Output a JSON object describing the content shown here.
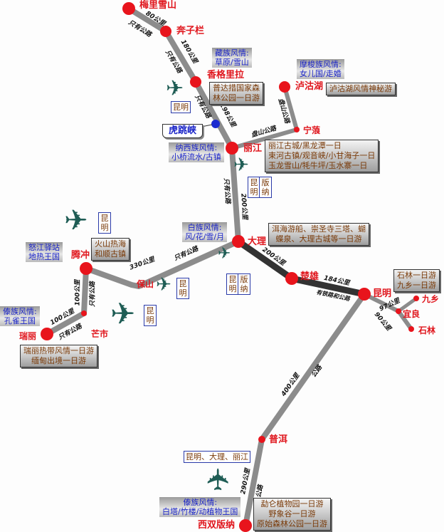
{
  "colors": {
    "city": "#e0161d",
    "road": "#8c8c8c",
    "rail_road": "#333333",
    "ethnic_text": "#1b25c8",
    "tour_text": "#7a3a08",
    "plane": "#1f5d55"
  },
  "cities": {
    "meili": "梅里雪山",
    "benzilan": "奔子栏",
    "shangrila": "香格里拉",
    "hutiaoxia": "虎跳峡",
    "lijiang": "丽江",
    "ninglang": "宁蒗",
    "lugu": "泸沽湖",
    "dali": "大理",
    "chuxiong": "楚雄",
    "kunming": "昆明",
    "jiuxiang": "九乡",
    "yiliang": "宜良",
    "shilin": "石林",
    "baoshan": "保山",
    "tengchong": "腾冲",
    "mangshi": "芒市",
    "ruili": "瑞丽",
    "puer": "普洱",
    "xishuangbanna": "西双版纳"
  },
  "roads": {
    "meili_benzilan": "80公里",
    "road_only": "只有公路",
    "benzilan_shangrila": "180公里",
    "shangrila_lijiang": "198公里",
    "mountain_road": "盘山公路",
    "lijiang_dali": "200公里",
    "dali_baoshan": "330公里",
    "dali_chuxiong": "200公里",
    "chuxiong_kunming": "184公里",
    "rail_and_road": "有铁路和公路",
    "kunming_jiuxiang": "97公里",
    "kunming_shilin": "90公里",
    "tengchong_mangshi": "100公里",
    "mangshi_ruili": "100公里",
    "kunming_puer": "400公里",
    "puer_banna": "290公里",
    "highway": "公路"
  },
  "ethnic": {
    "zang": [
      "藏族风情:",
      "草原/雪山"
    ],
    "mosuo": [
      "摩梭族风情:",
      "女儿国/走婚"
    ],
    "naxi": [
      "纳西族风情:",
      "小桥流水/古镇"
    ],
    "bai": [
      "白族风情:",
      "风/花/雪/月"
    ],
    "nujiang": [
      "怒江驿站",
      "地热王国"
    ],
    "dai_ruili": [
      "傣族风情:",
      "孔雀王国"
    ],
    "dai_banna": [
      "傣族风情:",
      "白塔/竹楼/动植物王国"
    ]
  },
  "tours": {
    "shangrila": [
      "普达措国家森",
      "林公园一日游"
    ],
    "lugu": [
      "泸沽湖风情神秘游"
    ],
    "lijiang": [
      "丽江古城/黑龙潭一日",
      "束河古镇/观音峡/小甘海子一日",
      "玉龙雪山/牦牛坪/玉水寨一日"
    ],
    "dali": [
      "洱海游船、崇圣寺三塔、蝴",
      "蝶泉、大理古城等一日游"
    ],
    "tengchong": [
      "火山热海",
      "和顺古镇"
    ],
    "kunming": [
      "石林一日游",
      "九乡一日游"
    ],
    "ruili": [
      "瑞丽热带风情一日游",
      "缅甸出境一日游"
    ],
    "banna": [
      "勐仑植物园一日游",
      "野象谷一日游",
      "原始森林公园一日游"
    ]
  },
  "airports": {
    "shangrila": "昆明",
    "lijiang": [
      "昆明",
      "版纳"
    ],
    "tengchong": "昆明",
    "dali": [
      "昆明",
      "版纳"
    ],
    "baoshan": "昆明",
    "mangshi": "昆明",
    "banna": "昆明、大理、丽江"
  },
  "icons": {
    "plane": "airplane-icon",
    "city": "red-dot",
    "scenic": "blue-star"
  }
}
